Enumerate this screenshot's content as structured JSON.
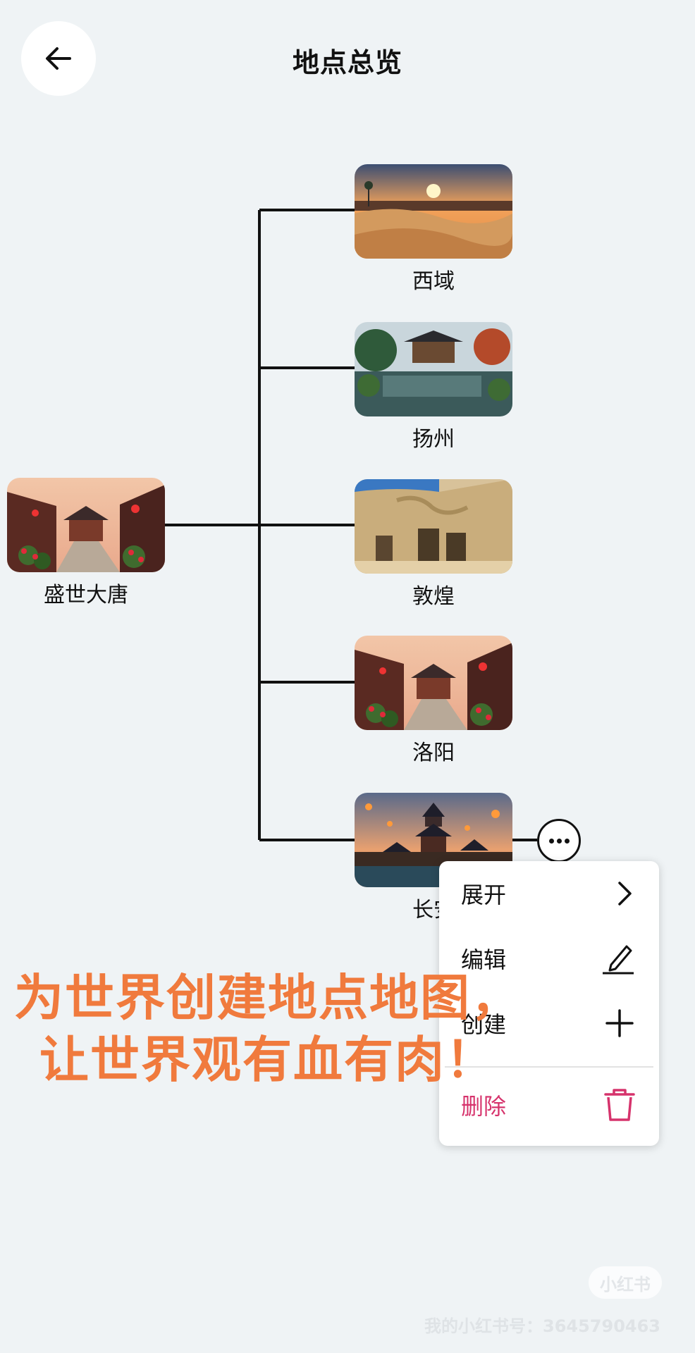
{
  "header": {
    "title": "地点总览",
    "back_icon": "arrow-left-icon"
  },
  "root": {
    "label": "盛世大唐",
    "scene": "palace-street-lanterns"
  },
  "children": [
    {
      "label": "西域",
      "scene": "desert-sunset"
    },
    {
      "label": "扬州",
      "scene": "garden-pavilion-pond"
    },
    {
      "label": "敦煌",
      "scene": "cave-grottoes"
    },
    {
      "label": "洛阳",
      "scene": "palace-street-lanterns"
    },
    {
      "label": "长安",
      "scene": "pagoda-night-lanterns"
    }
  ],
  "context_menu": {
    "expand": "展开",
    "edit": "编辑",
    "create": "创建",
    "delete": "删除",
    "delete_color": "#d6336c"
  },
  "promo": {
    "line1": "为世界创建地点地图，",
    "line2": "让世界观有血有肉！",
    "color": "#f07a3d"
  },
  "watermark": {
    "logo": "小红书",
    "text": "我的小红书号：3645790463"
  }
}
